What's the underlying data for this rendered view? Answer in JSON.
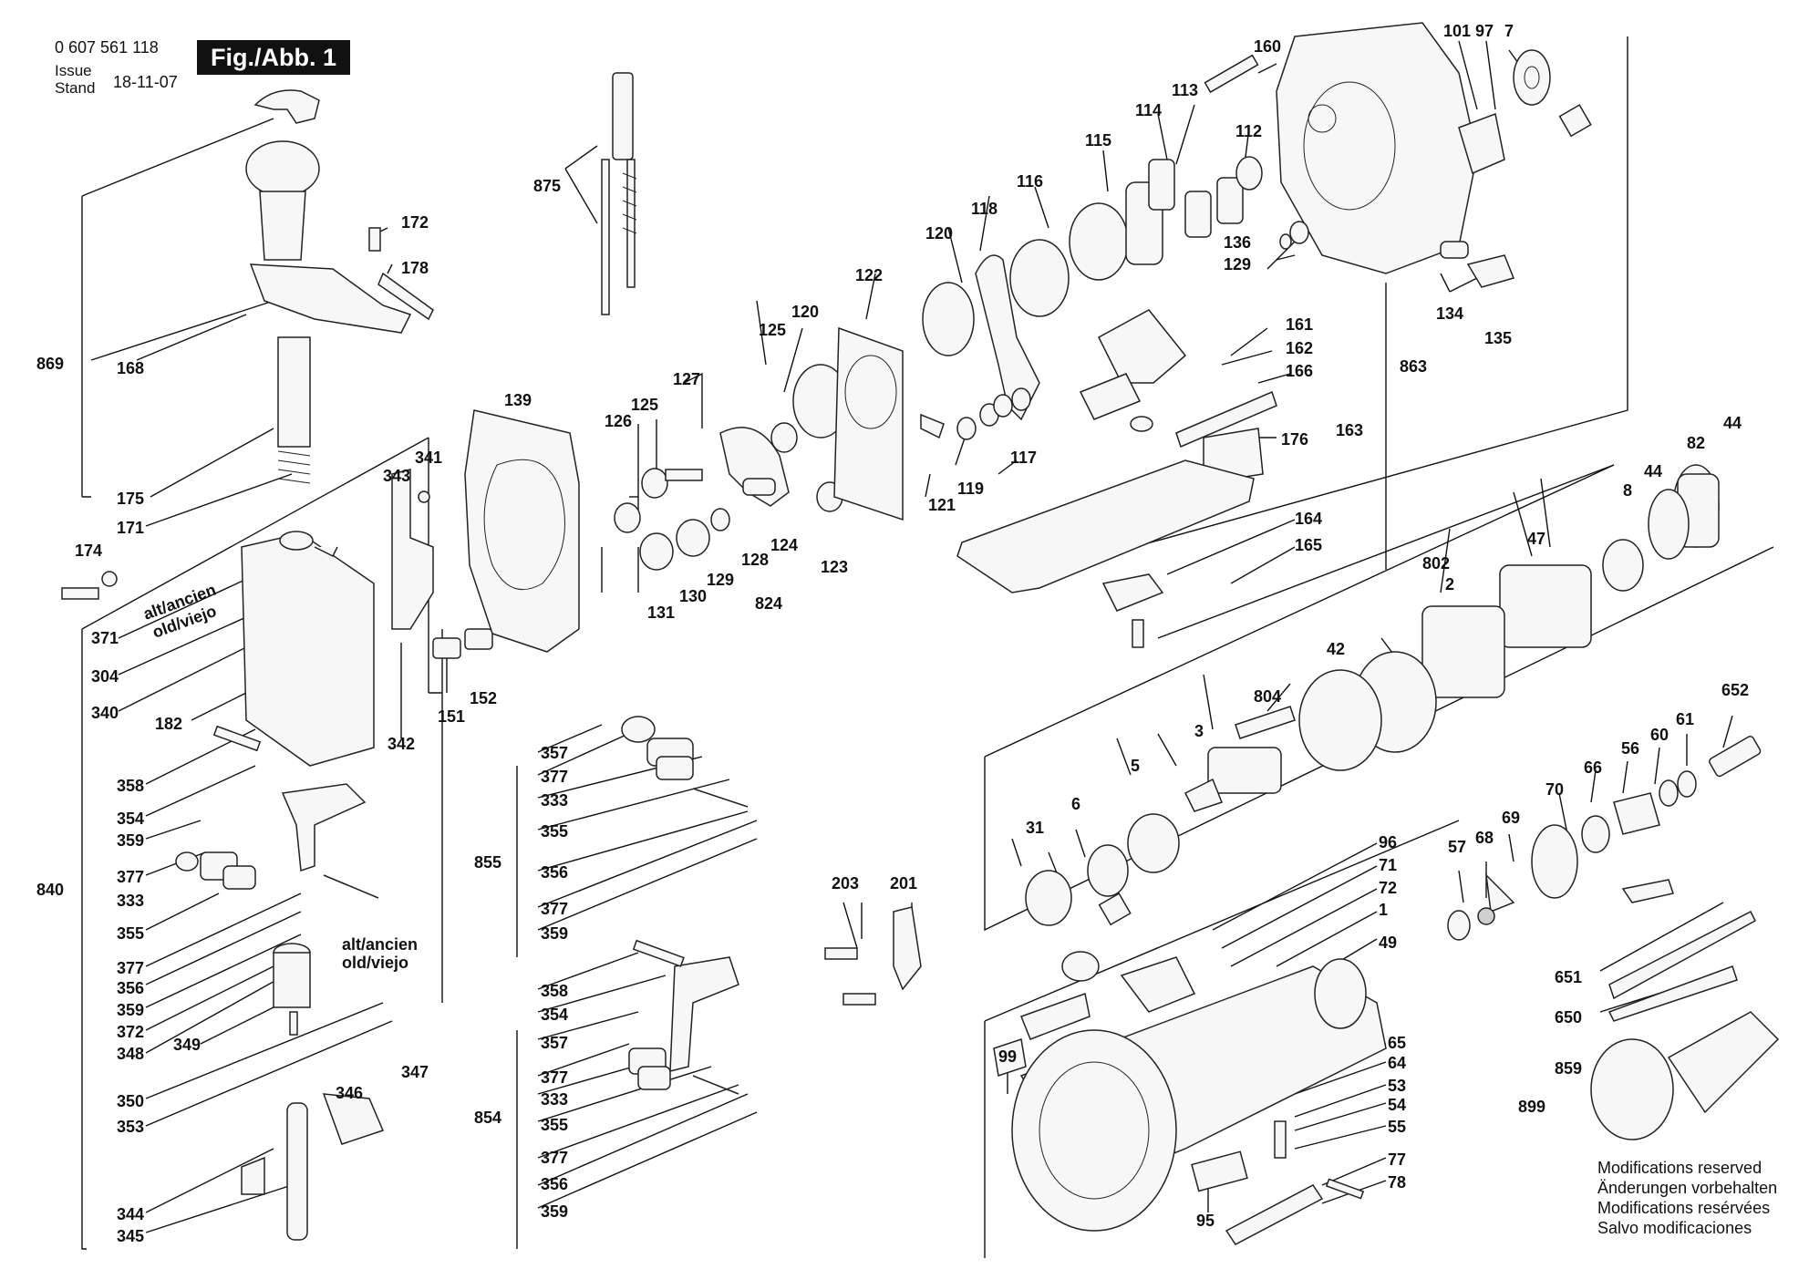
{
  "header": {
    "part_number": "0 607 561 118",
    "figure": "Fig./Abb. 1",
    "issue_label": "Issue",
    "stand_label": "Stand",
    "date": "18-11-07"
  },
  "notes": {
    "alt_1": "alt/ancien",
    "alt_2": "old/viejo",
    "alt_3": "alt/ancien",
    "alt_4": "old/viejo"
  },
  "modifications": [
    "Modifications reserved",
    "Änderungen vorbehalten",
    "Modifications resérvées",
    "Salvo modificaciones"
  ],
  "labels": [
    "869",
    "168",
    "172",
    "178",
    "175",
    "171",
    "174",
    "371",
    "304",
    "340",
    "182",
    "358",
    "354",
    "359",
    "377",
    "333",
    "355",
    "377",
    "356",
    "359",
    "372",
    "348",
    "349",
    "350",
    "353",
    "344",
    "345",
    "840",
    "343",
    "341",
    "342",
    "151",
    "152",
    "139",
    "347",
    "346",
    "875",
    "855",
    "357",
    "377",
    "333",
    "355",
    "356",
    "377",
    "359",
    "854",
    "358",
    "354",
    "357",
    "377",
    "333",
    "355",
    "377",
    "356",
    "359",
    "127",
    "126",
    "125",
    "125",
    "120",
    "122",
    "131",
    "130",
    "129",
    "128",
    "124",
    "824",
    "123",
    "120",
    "116",
    "118",
    "115",
    "114",
    "113",
    "112",
    "160",
    "101",
    "97",
    "7",
    "136",
    "129",
    "134",
    "135",
    "161",
    "162",
    "166",
    "863",
    "163",
    "176",
    "117",
    "121",
    "119",
    "164",
    "165",
    "44",
    "82",
    "44",
    "8",
    "47",
    "802",
    "2",
    "42",
    "804",
    "3",
    "5",
    "6",
    "31",
    "652",
    "61",
    "60",
    "56",
    "66",
    "70",
    "57",
    "68",
    "69",
    "96",
    "71",
    "72",
    "1",
    "49",
    "99",
    "65",
    "64",
    "53",
    "54",
    "55",
    "77",
    "78",
    "95",
    "203",
    "201",
    "651",
    "650",
    "859",
    "899"
  ]
}
